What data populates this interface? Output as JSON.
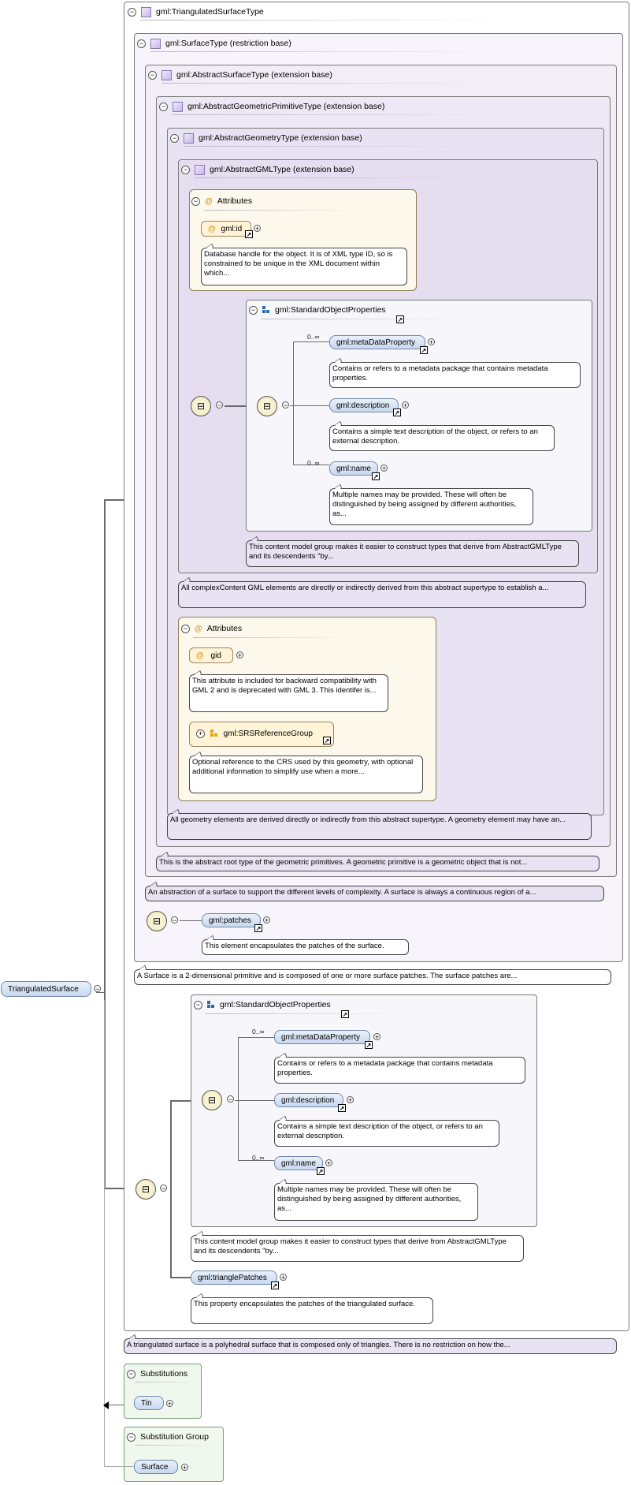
{
  "root": {
    "label": "TriangulatedSurface"
  },
  "types": {
    "t0": "gml:TriangulatedSurfaceType",
    "t1": "gml:SurfaceType (restriction base)",
    "t2": "gml:AbstractSurfaceType (extension base)",
    "t3": "gml:AbstractGeometricPrimitiveType (extension base)",
    "t4": "gml:AbstractGeometryType (extension base)",
    "t5": "gml:AbstractGMLType (extension base)"
  },
  "attrs1": {
    "title": "Attributes",
    "id_label": "gml:id",
    "id_doc": "Database handle for the object. It is of XML type ID, so is constrained to be unique in the XML document within which..."
  },
  "sop1": {
    "title": "gml:StandardObjectProperties",
    "card_meta": "0..∞",
    "meta_label": "gml:metaDataProperty",
    "meta_doc": "Contains or refers to a metadata package that contains metadata properties.",
    "desc_label": "gml:description",
    "desc_doc": "Contains a simple text description of the object, or refers to an external description.",
    "card_name": "0..∞",
    "name_label": "gml:name",
    "name_doc": "Multiple names may be provided. These will often be distinguished by being assigned by different authorities, as...",
    "group_doc": "This content model group makes it easier to construct types that derive from AbstractGMLType and its descendents \"by..."
  },
  "docs": {
    "gml_type": "All complexContent GML elements are directly or indirectly derived from this abstract supertype to establish a...",
    "geometry": "All geometry elements are derived directly or indirectly from this abstract supertype. A geometry element may have an...",
    "primitive": "This is the abstract root type of the geometric primitives. A geometric primitive is a geometric object that is not...",
    "surface_abs": "An abstraction of a surface to support the different levels of complexity. A surface is always a continuous region of a...",
    "surface": "A Surface is a 2-dimensional primitive and is composed of one or more surface patches. The surface patches are...",
    "triangulated": "A triangulated surface is a polyhedral surface that is composed only of triangles. There is no restriction on how the..."
  },
  "attrs2": {
    "title": "Attributes",
    "gid_label": "gid",
    "gid_doc": "This attribute is included for backward compatibility with GML 2 and is deprecated with GML 3. This identifer is...",
    "srs_label": "gml:SRSReferenceGroup",
    "srs_doc": "Optional reference to the CRS used by this geometry, with optional additional information to simplify use when a more..."
  },
  "patches": {
    "label": "gml:patches",
    "doc": "This element encapsulates the patches of the surface."
  },
  "sop2": {
    "title": "gml:StandardObjectProperties",
    "card_meta": "0..∞",
    "meta_label": "gml:metaDataProperty",
    "meta_doc": "Contains or refers to a metadata package that contains metadata properties.",
    "desc_label": "gml:description",
    "desc_doc": "Contains a simple text description of the object, or refers to an external description.",
    "card_name": "0..∞",
    "name_label": "gml:name",
    "name_doc": "Multiple names may be provided. These will often be distinguished by being assigned by different authorities, as...",
    "group_doc": "This content model group makes it easier to construct types that derive from AbstractGMLType and its descendents \"by..."
  },
  "triangle": {
    "label": "gml:trianglePatches",
    "doc": "This property encapsulates the patches of the triangulated surface."
  },
  "substitutions": {
    "title": "Substitutions",
    "item": "Tin"
  },
  "subst_group": {
    "title": "Substitution Group",
    "item": "Surface"
  },
  "colors": {
    "pill": "#c9d8ef",
    "attribute": "#fff4d8",
    "type": "#e4def0",
    "accent_icon": "#2e6aa8"
  }
}
